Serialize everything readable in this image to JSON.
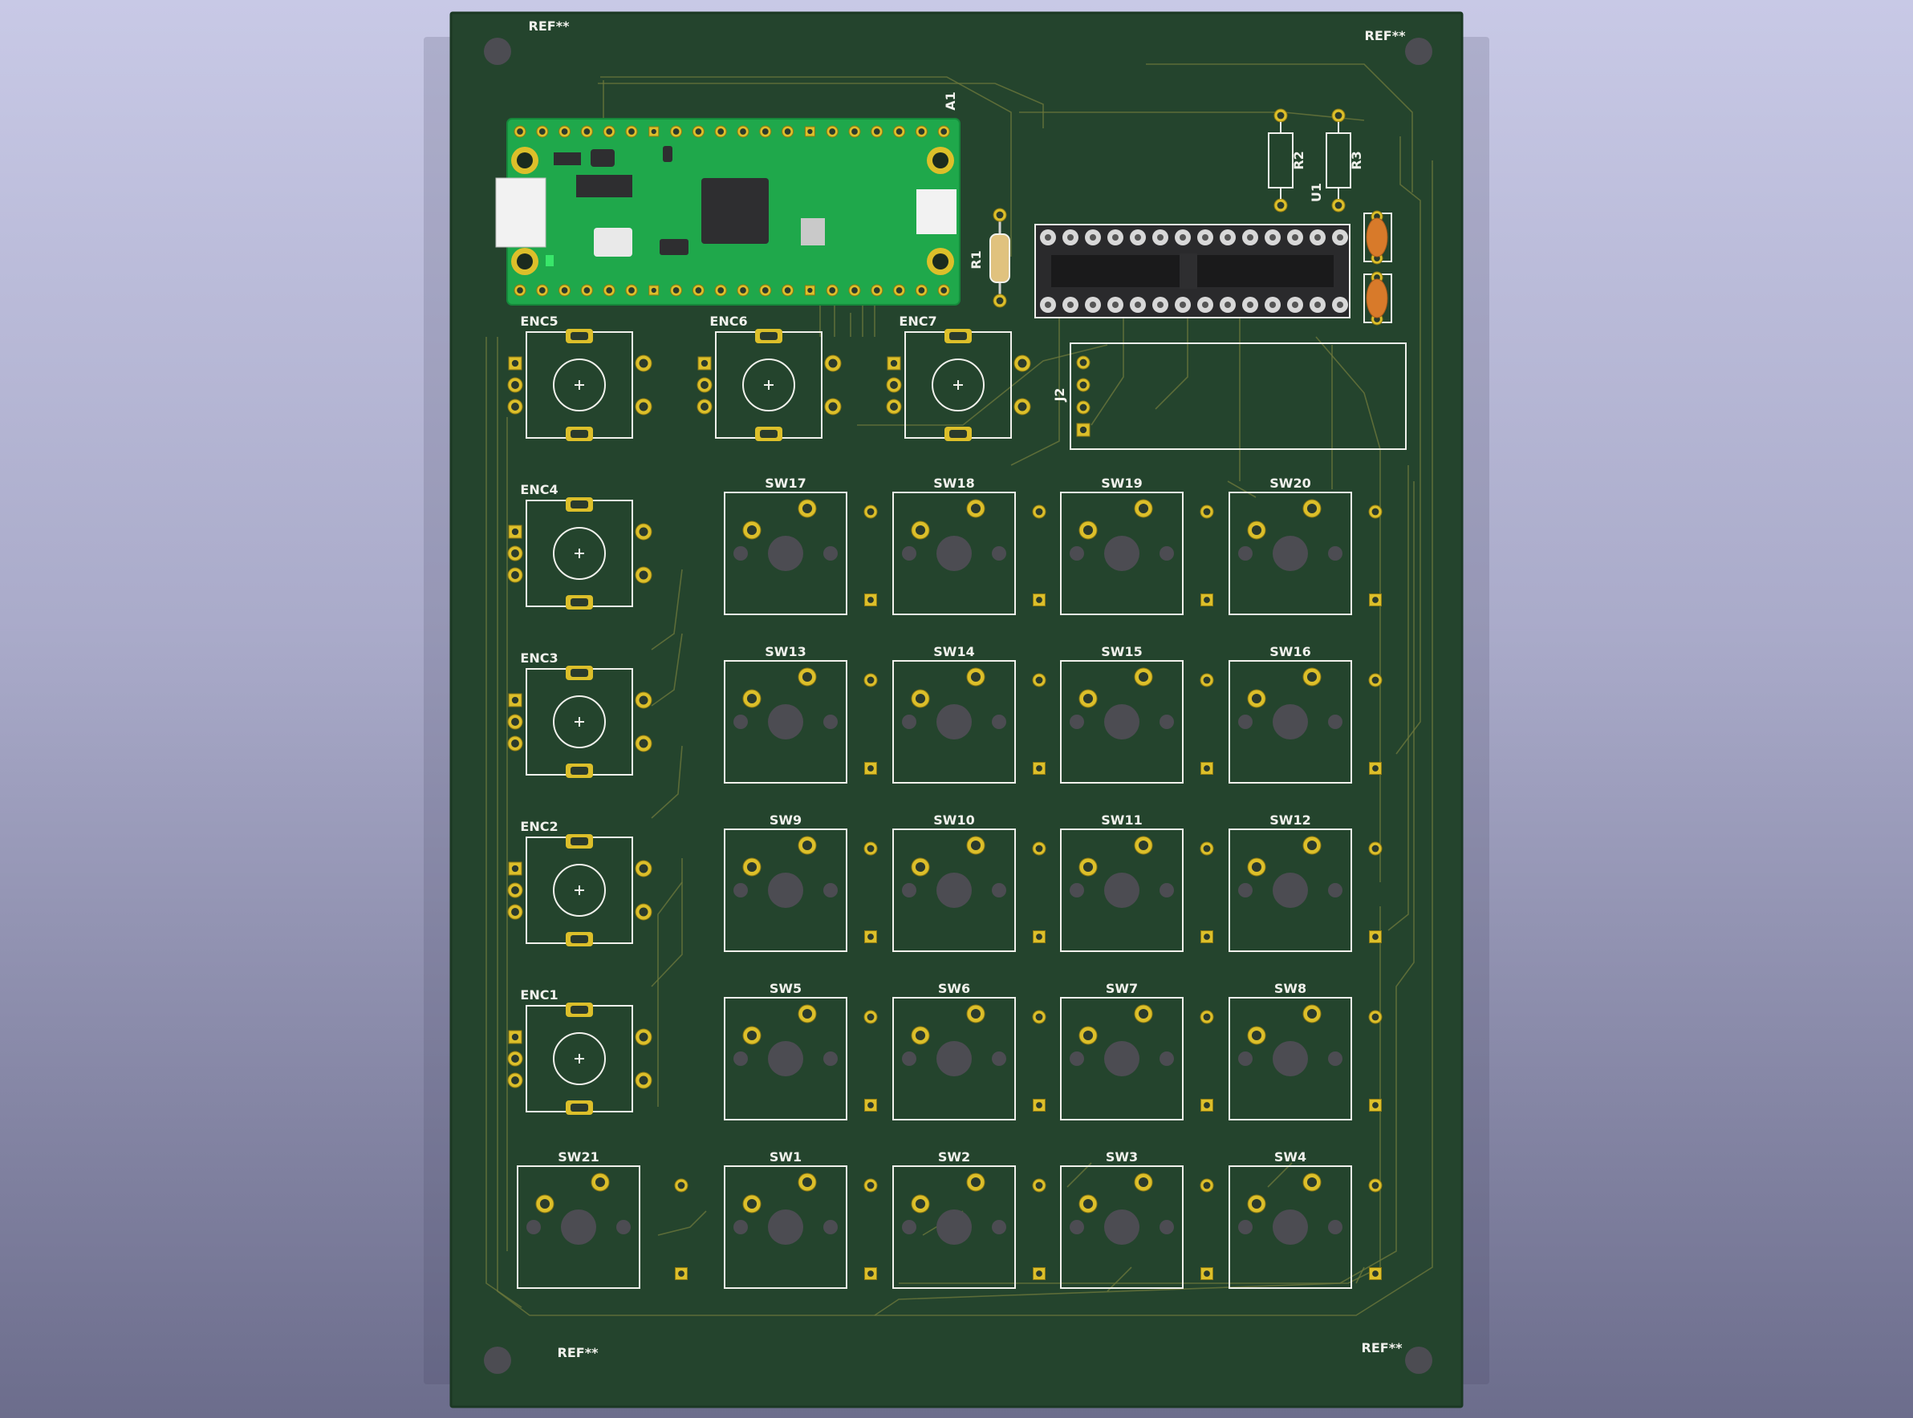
{
  "colors": {
    "board": "#24442d",
    "board_edge": "#1b3823",
    "pad": "#dcbf2a",
    "pad_dark": "#8f7a12",
    "silk": "#f1f1ec",
    "trace": "#6f7a3c",
    "module": "#1fa84b",
    "hole": "#4c4c52",
    "background_top": "#c8c9e6",
    "background_bottom": "#6c6d8c"
  },
  "mounting_holes": [
    {
      "label": "REF**"
    },
    {
      "label": "REF**"
    },
    {
      "label": "REF**"
    },
    {
      "label": "REF**"
    }
  ],
  "module": {
    "ref": "A1"
  },
  "resistors": [
    {
      "ref": "R1"
    },
    {
      "ref": "R2"
    },
    {
      "ref": "R3"
    }
  ],
  "ic": {
    "ref": "U1"
  },
  "connector": {
    "ref": "J2"
  },
  "encoders": [
    {
      "ref": "ENC5"
    },
    {
      "ref": "ENC6"
    },
    {
      "ref": "ENC7"
    },
    {
      "ref": "ENC4"
    },
    {
      "ref": "ENC3"
    },
    {
      "ref": "ENC2"
    },
    {
      "ref": "ENC1"
    }
  ],
  "switches": [
    {
      "ref": "SW17"
    },
    {
      "ref": "SW18"
    },
    {
      "ref": "SW19"
    },
    {
      "ref": "SW20"
    },
    {
      "ref": "SW13"
    },
    {
      "ref": "SW14"
    },
    {
      "ref": "SW15"
    },
    {
      "ref": "SW16"
    },
    {
      "ref": "SW9"
    },
    {
      "ref": "SW10"
    },
    {
      "ref": "SW11"
    },
    {
      "ref": "SW12"
    },
    {
      "ref": "SW5"
    },
    {
      "ref": "SW6"
    },
    {
      "ref": "SW7"
    },
    {
      "ref": "SW8"
    },
    {
      "ref": "SW21"
    },
    {
      "ref": "SW1"
    },
    {
      "ref": "SW2"
    },
    {
      "ref": "SW3"
    },
    {
      "ref": "SW4"
    }
  ]
}
